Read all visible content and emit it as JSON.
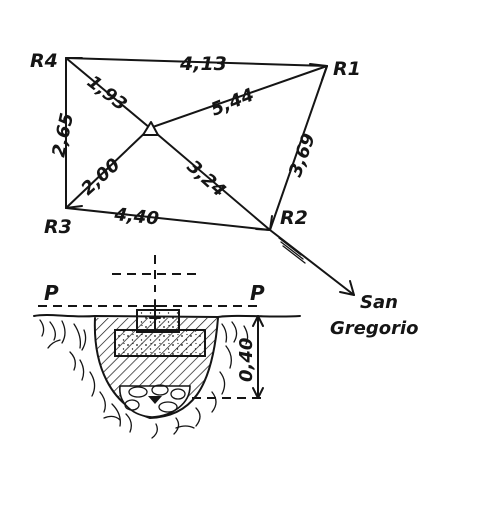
{
  "stations": {
    "r1": "R1",
    "r2": "R2",
    "r3": "R3",
    "r4": "R4"
  },
  "distances": {
    "r4_r1": "4,13",
    "r4_center": "1,93",
    "center_r1": "5,44",
    "r4_r3": "2,65",
    "center_r3": "2,00",
    "center_r2": "3,24",
    "r1_r2": "3,69",
    "r3_r2": "4,40"
  },
  "direction_label": {
    "line1": "San",
    "line2": "Gregorio"
  },
  "plane_labels": {
    "left": "P",
    "right": "P"
  },
  "depth_label": "0,40"
}
